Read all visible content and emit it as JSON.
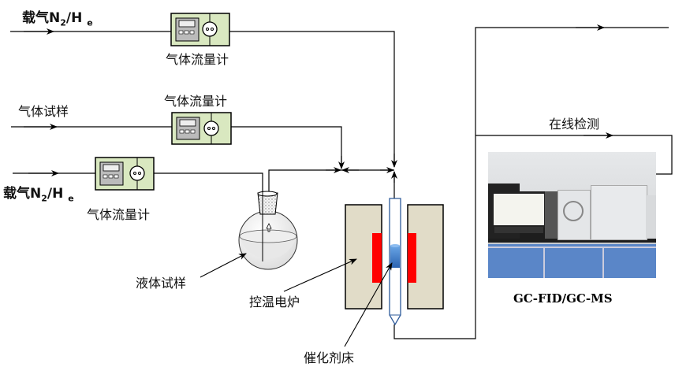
{
  "labels": {
    "carrier_gas_top_cn": "载气",
    "carrier_gas_formula_n": "N",
    "carrier_gas_formula_sub": "2",
    "carrier_gas_formula_rest": "/H",
    "carrier_gas_formula_e": "e",
    "carrier_gas_bottom_cn": "载气",
    "gas_sample": "气体试样",
    "flowmeter_1": "气体流量计",
    "flowmeter_2": "气体流量计",
    "flowmeter_3": "气体流量计",
    "liquid_sample": "液体试样",
    "furnace": "控温电炉",
    "catalyst_bed": "催化剂床",
    "online_detection": "在线检测",
    "instrument": "GC-FID/GC-MS"
  },
  "colors": {
    "flowmeter_fill": "#d9e8c0",
    "furnace_fill": "#e1dcc8",
    "heater": "#ff0000",
    "catalyst": "#3a78c8",
    "line": "#000000"
  }
}
